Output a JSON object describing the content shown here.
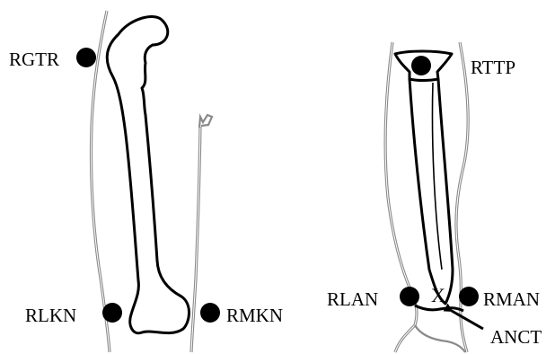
{
  "colors": {
    "bone_outline": "#000000",
    "skin_line": "#8a8a8a",
    "marker": "#000000",
    "background": "#ffffff"
  },
  "markers": {
    "rgtr": "RGTR",
    "rlkn": "RLKN",
    "rmkn": "RMKN",
    "rttp": "RTTP",
    "rlan": "RLAN",
    "rman": "RMAN"
  },
  "annotations": {
    "anct": "ANCT",
    "cross": "X"
  }
}
